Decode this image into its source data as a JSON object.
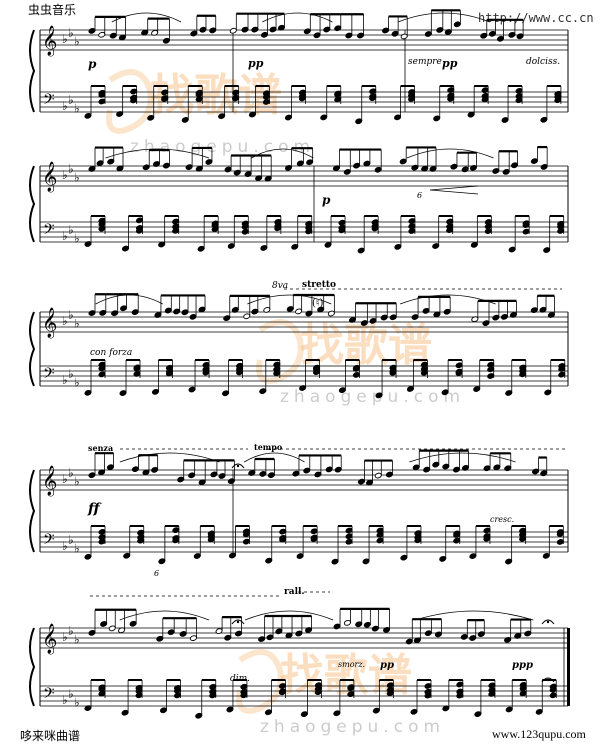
{
  "header": {
    "left": "虫虫音乐",
    "right": "http://www.cc.cn"
  },
  "footer": {
    "left": "哆来咪曲谱",
    "right": "www.123qupu.com"
  },
  "watermark": {
    "url": "zhaogepu.com",
    "logo_chars": "找歌谱",
    "color": "#f5a95a"
  },
  "markings": {
    "sys1": {
      "p": "p",
      "pp1": "pp",
      "sempre": "sempre",
      "pp2": "pp",
      "dolciss": "dolciss."
    },
    "sys2": {
      "p": "p",
      "six": "6"
    },
    "sys3": {
      "ottava": "8va",
      "stretto": "stretto",
      "natural": "(♮)",
      "con_forza": "con forza"
    },
    "sys4": {
      "senza": "senza",
      "tempo": "tempo",
      "ff": "ff",
      "cresc": "cresc.",
      "six": "6"
    },
    "sys5": {
      "rall": "rall.",
      "dim": "dim.",
      "smorz": "smorz.",
      "pp": "pp",
      "ppp": "ppp"
    }
  }
}
